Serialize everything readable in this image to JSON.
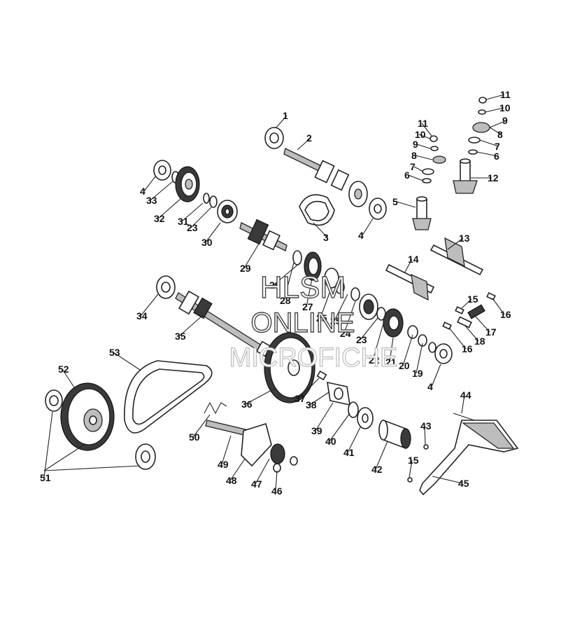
{
  "watermark": {
    "line1": "HLSM",
    "line2": "ONLINE",
    "line3": "MICROFICHE"
  },
  "callouts": {
    "c1": "1",
    "c2": "2",
    "c3": "3",
    "c4a": "4",
    "c4b": "4",
    "c4c": "4",
    "c5": "5",
    "c6a": "6",
    "c6b": "6",
    "c7a": "7",
    "c7b": "7",
    "c8a": "8",
    "c8b": "8",
    "c9a": "9",
    "c9b": "9",
    "c10a": "10",
    "c10b": "10",
    "c11a": "11",
    "c11b": "11",
    "c12": "12",
    "c13": "13",
    "c14": "14",
    "c15a": "15",
    "c15b": "15",
    "c16a": "16",
    "c16b": "16",
    "c17": "17",
    "c18": "18",
    "c19": "19",
    "c20": "20",
    "c21": "21",
    "c22": "22",
    "c23a": "23",
    "c23b": "23",
    "c24": "24",
    "c25a": "25",
    "c25b": "25",
    "c26": "26",
    "c27": "27",
    "c28": "28",
    "c29": "29",
    "c30": "30",
    "c31": "31",
    "c32": "32",
    "c33": "33",
    "c34": "34",
    "c35": "35",
    "c36": "36",
    "c37": "37",
    "c38": "38",
    "c39": "39",
    "c40": "40",
    "c41": "41",
    "c42": "42",
    "c43": "43",
    "c44": "44",
    "c45": "45",
    "c46": "46",
    "c47": "47",
    "c48": "48",
    "c49": "49",
    "c50": "50",
    "c51": "51",
    "c52": "52",
    "c53": "53"
  }
}
